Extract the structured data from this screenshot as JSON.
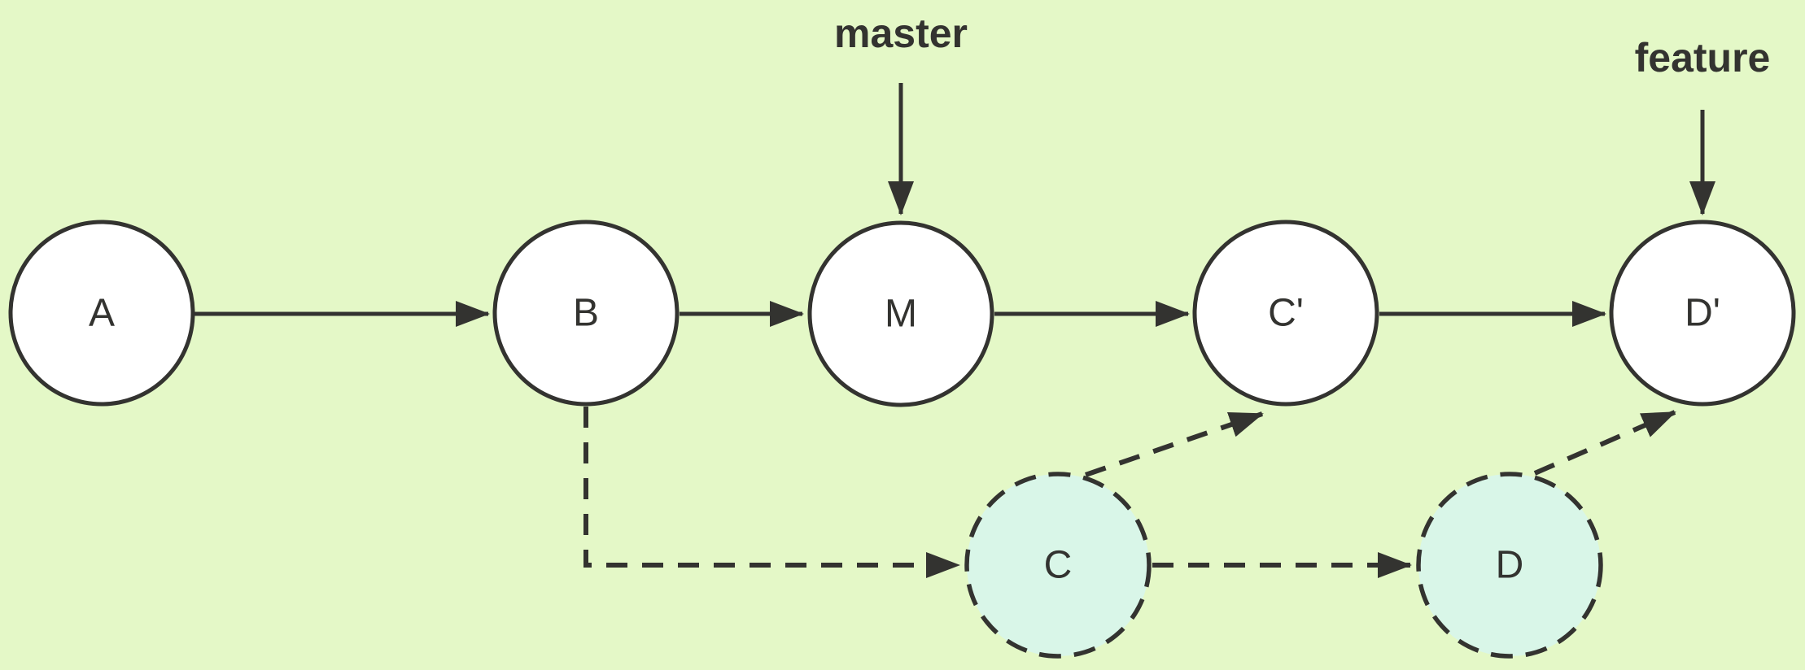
{
  "diagram": {
    "type": "git-commit-graph",
    "description": "Rebase diagram: commits C and D replayed as C' and D' on top of M",
    "branch_labels": [
      {
        "id": "master",
        "label": "master",
        "points_to": "M"
      },
      {
        "id": "feature",
        "label": "feature",
        "points_to": "D'"
      }
    ],
    "nodes": [
      {
        "id": "A",
        "label": "A",
        "fill": "white",
        "border": "solid"
      },
      {
        "id": "B",
        "label": "B",
        "fill": "white",
        "border": "solid"
      },
      {
        "id": "M",
        "label": "M",
        "fill": "white",
        "border": "solid"
      },
      {
        "id": "C-prime",
        "label": "C'",
        "fill": "white",
        "border": "solid"
      },
      {
        "id": "D-prime",
        "label": "D'",
        "fill": "white",
        "border": "solid"
      },
      {
        "id": "C",
        "label": "C",
        "fill": "teal",
        "border": "dashed"
      },
      {
        "id": "D",
        "label": "D",
        "fill": "teal",
        "border": "dashed"
      }
    ],
    "edges": [
      {
        "from": "A",
        "to": "B",
        "style": "solid"
      },
      {
        "from": "B",
        "to": "M",
        "style": "solid"
      },
      {
        "from": "M",
        "to": "C-prime",
        "style": "solid"
      },
      {
        "from": "C-prime",
        "to": "D-prime",
        "style": "solid"
      },
      {
        "from": "master",
        "to": "M",
        "style": "solid"
      },
      {
        "from": "feature",
        "to": "D-prime",
        "style": "solid"
      },
      {
        "from": "B",
        "to": "C",
        "style": "dashed"
      },
      {
        "from": "C",
        "to": "D",
        "style": "dashed"
      },
      {
        "from": "C",
        "to": "C-prime",
        "style": "dashed"
      },
      {
        "from": "D",
        "to": "D-prime",
        "style": "dashed"
      }
    ]
  },
  "colors": {
    "background": "#e4f8c7",
    "node_fill": "#ffffff",
    "rebased_node_fill": "#d9f6e8",
    "stroke": "#333330"
  }
}
